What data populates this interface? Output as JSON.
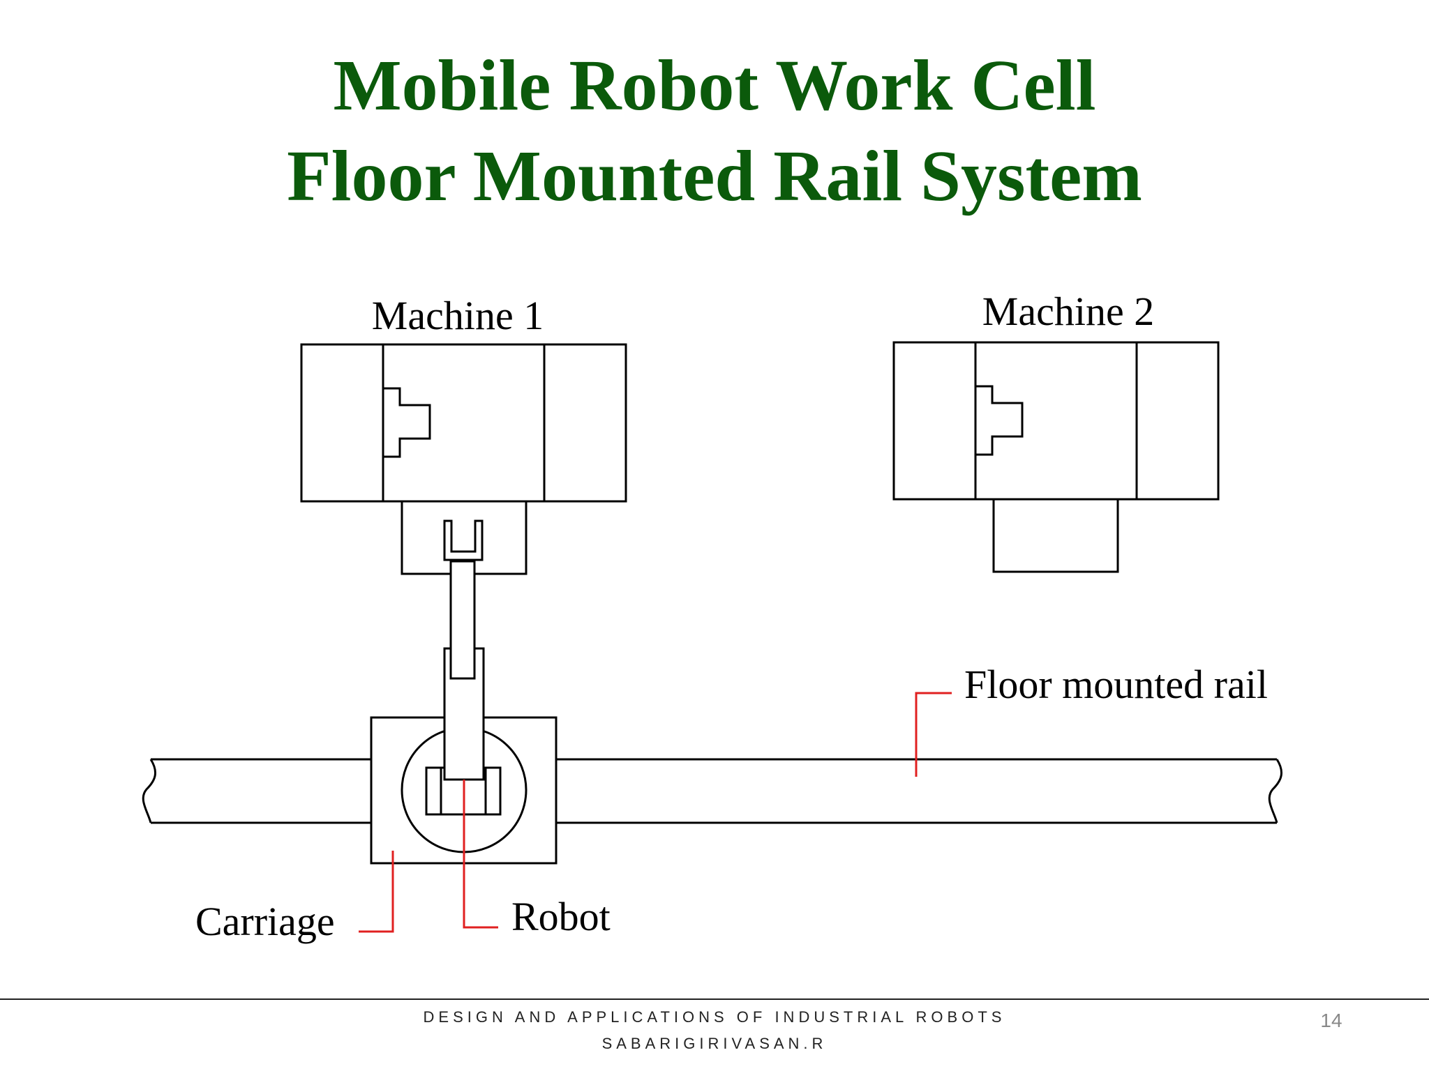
{
  "title": {
    "line1": "Mobile Robot Work Cell",
    "line2": "Floor Mounted Rail System"
  },
  "diagram": {
    "labels": {
      "machine1": "Machine 1",
      "machine2": "Machine 2",
      "rail": "Floor mounted rail",
      "carriage": "Carriage",
      "robot": "Robot"
    },
    "colors": {
      "stroke": "#000000",
      "leader": "#e02020"
    }
  },
  "footer": {
    "line1": "DESIGN AND APPLICATIONS OF INDUSTRIAL ROBOTS",
    "line2": "SABARIGIRIVASAN.R",
    "page_number": "14"
  }
}
